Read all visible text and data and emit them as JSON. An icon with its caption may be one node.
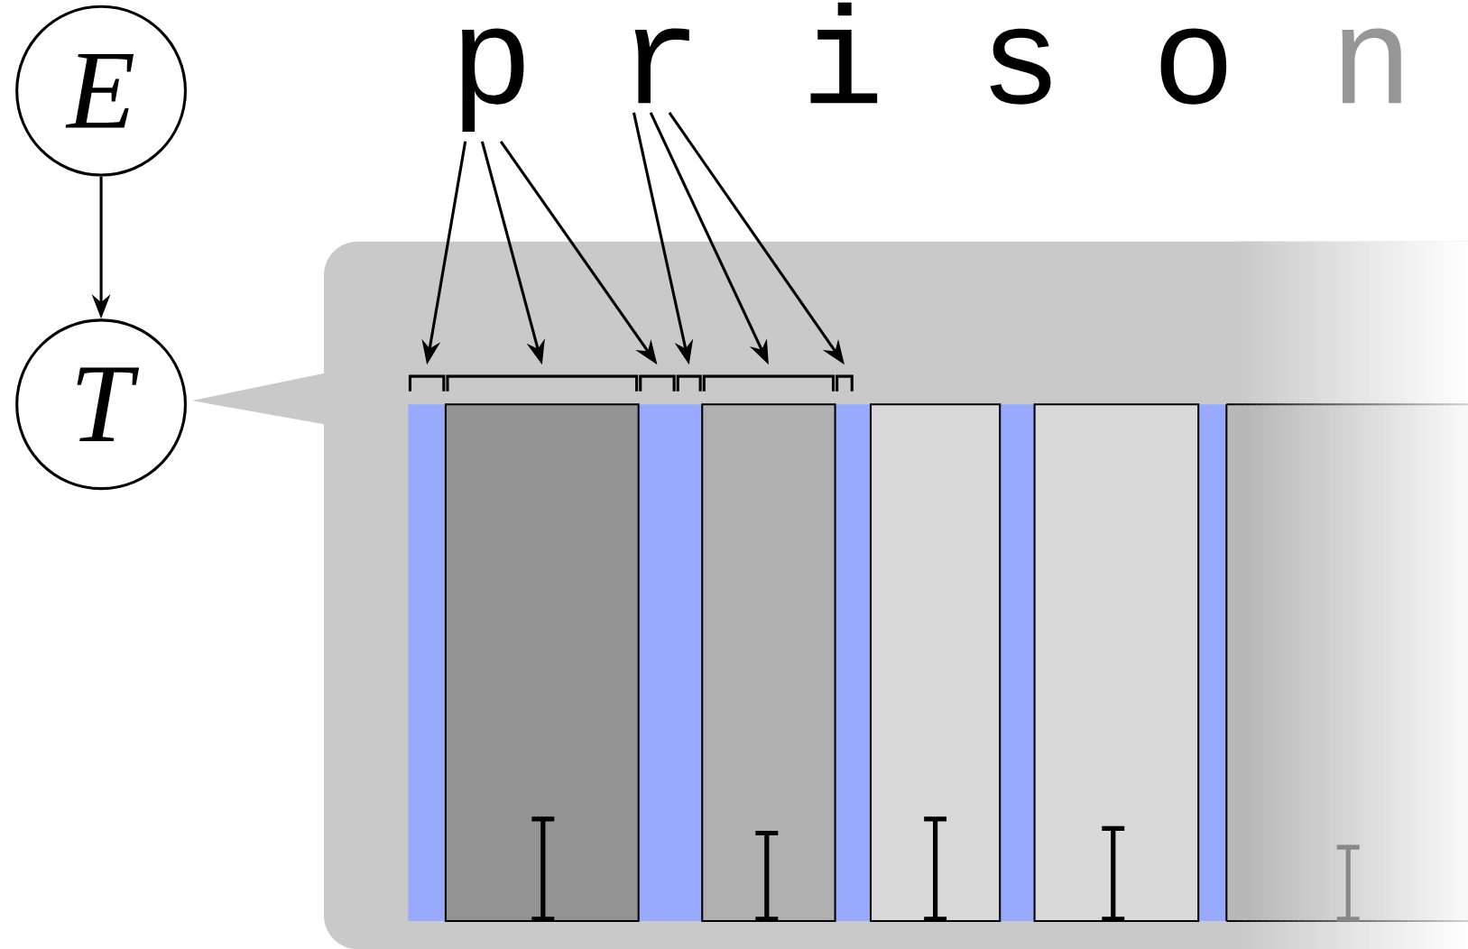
{
  "diagram": {
    "nodes": [
      {
        "text": [
          "E"
        ]
      },
      {
        "text": [
          "T"
        ]
      },
      {
        "text": [
          "p"
        ]
      },
      {
        "text": [
          "r"
        ]
      },
      {
        "text": [
          "i"
        ]
      },
      {
        "text": [
          "s"
        ]
      },
      {
        "text": [
          "o"
        ]
      },
      {
        "text": [
          "n"
        ]
      },
      {
        "text": [],
        "shape": "bracket"
      },
      {
        "text": [],
        "shape": "bracket"
      },
      {
        "text": [],
        "shape": "bracket"
      },
      {
        "text": [],
        "shape": "bracket"
      },
      {
        "text": [],
        "shape": "bracket"
      },
      {
        "text": [],
        "shape": "bracket"
      }
    ],
    "edges": [
      {
        "from": 0,
        "to": 1,
        "arrow": "to"
      },
      {
        "from": 2,
        "to": 8,
        "arrow": "to"
      },
      {
        "from": 2,
        "to": 9,
        "arrow": "to"
      },
      {
        "from": 2,
        "to": 10,
        "arrow": "to"
      },
      {
        "from": 3,
        "to": 11,
        "arrow": "to"
      },
      {
        "from": 3,
        "to": 12,
        "arrow": "to"
      },
      {
        "from": 3,
        "to": 13,
        "arrow": "to"
      }
    ]
  }
}
